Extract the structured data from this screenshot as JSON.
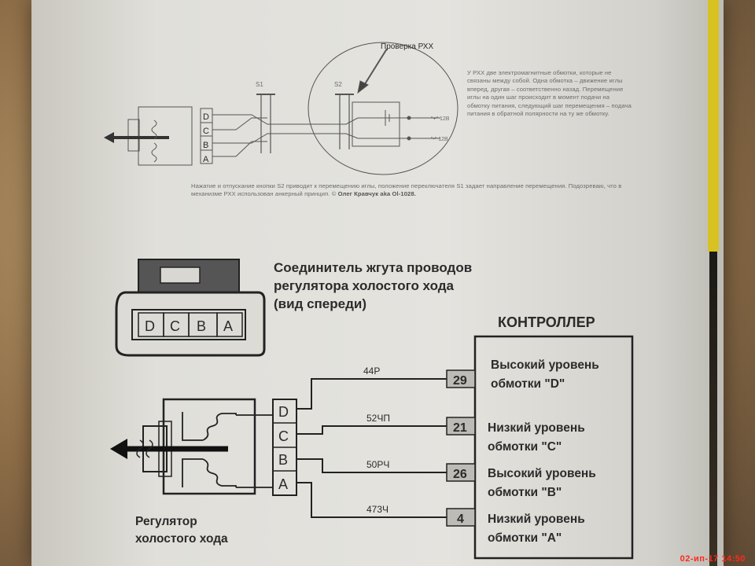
{
  "top_diagram": {
    "callout": "Проверка РХХ",
    "switch1": "S1",
    "switch2": "S2",
    "pin_labels": [
      "D",
      "C",
      "B",
      "A"
    ],
    "plus_label": "\"+\" 12В",
    "minus_label": "\"-\" 12В",
    "side_text": "У РХХ две электромагнитные обмотки, которые не связаны между собой. Одна обмотка – движение иглы вперед, другая – соответственно назад. Перемещение иглы на один шаг происходит в момент подачи на обмотку питания, следующий шаг перемещения – подача питания в обратной полярности на ту же обмотку.",
    "bottom_text": "Нажатие и отпускание кнопки S2 приводит к перемещению иглы, положение переключателя S1 задает направление перемещения. Подозреваю, что в механизме РХХ использован анкерный принцип. ©",
    "author": "Олег Кравчук aka Ol-1028."
  },
  "connector": {
    "caption": [
      "Соединитель жгута проводов",
      "регулятора холостого хода",
      "(вид спереди)"
    ],
    "pins": [
      "D",
      "C",
      "B",
      "A"
    ]
  },
  "controller": {
    "title": "КОНТРОЛЛЕР",
    "rows": [
      {
        "pin": "29",
        "wire": "44Р",
        "line1": "Высокий уровень",
        "line2": "обмотки \"D\""
      },
      {
        "pin": "21",
        "wire": "52ЧП",
        "line1": "Низкий уровень",
        "line2": "обмотки \"C\""
      },
      {
        "pin": "26",
        "wire": "50РЧ",
        "line1": "Высокий уровень",
        "line2": "обмотки \"B\""
      },
      {
        "pin": "4",
        "wire": "473Ч",
        "line1": "Низкий уровень",
        "line2": "обмотки \"A\""
      }
    ]
  },
  "regulator": {
    "pins": [
      "D",
      "C",
      "B",
      "A"
    ],
    "caption": [
      "Регулятор",
      "холостого хода"
    ]
  },
  "timestamp": "02-ип-17 14:50"
}
